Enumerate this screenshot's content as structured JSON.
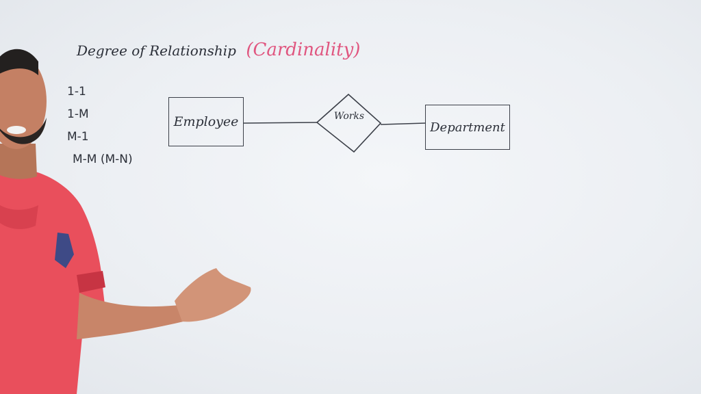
{
  "board": {
    "title": "Degree of Relationship",
    "title_sub": "(Cardinality)",
    "cardinality_types": [
      "1-1",
      "1-M",
      "M-1",
      "M-M (M-N)"
    ]
  },
  "diagram": {
    "entity_left": "Employee",
    "relationship": "Works",
    "entity_right": "Department"
  },
  "colors": {
    "marker_black": "#2b2f38",
    "marker_pink": "#e0557f",
    "shirt": "#e94f5c"
  }
}
